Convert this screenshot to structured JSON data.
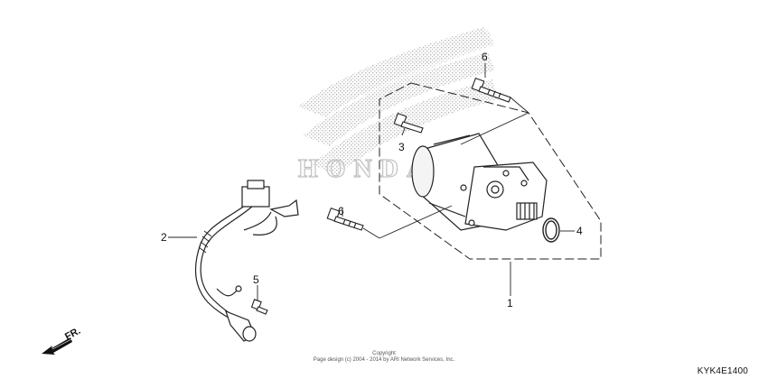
{
  "callouts": {
    "part_2": "2",
    "part_3": "3",
    "part_4": "4",
    "part_5": "5",
    "part_6_upper": "6",
    "part_6_lower": "6",
    "part_1": "1"
  },
  "watermark": {
    "text": "HONDA"
  },
  "direction": {
    "label": "FR."
  },
  "footer": {
    "copyright_line1": "Copyright",
    "copyright_line2": "Page design (c) 2004 - 2014 by ARI Network Services, Inc.",
    "diagram_code": "KYK4E1400"
  }
}
